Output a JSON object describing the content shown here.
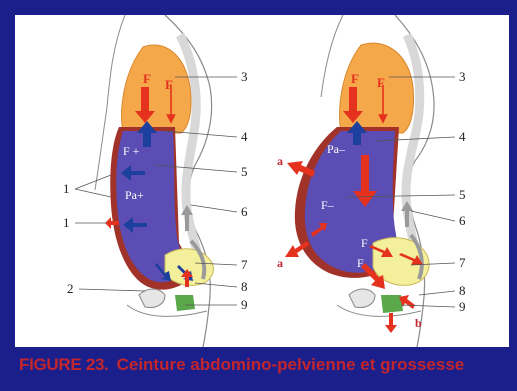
{
  "figure": {
    "number": "FIGURE 23.",
    "title": "Ceinture abdomino-pelvienne et grossesse"
  },
  "left_panel": {
    "callouts": {
      "c3": "3",
      "c4": "4",
      "c5": "5",
      "c6": "6",
      "c7": "7",
      "c8": "8",
      "c9": "9",
      "c1a": "1",
      "c1b": "1",
      "c2": "2"
    },
    "labels": {
      "f_left": "F",
      "f_right": "F",
      "f_plus": "F +",
      "pa_plus": "Pa+"
    }
  },
  "right_panel": {
    "callouts": {
      "c3": "3",
      "c4": "4",
      "c5": "5",
      "c6": "6",
      "c7": "7",
      "c8": "8",
      "c9": "9"
    },
    "labels": {
      "f_left": "F",
      "f_right": "F",
      "pa_minus": "Pa–",
      "f_minus": "F–",
      "f_mid1": "F",
      "f_mid2": "F",
      "a_top": "a",
      "a_bottom": "a",
      "b": "b"
    }
  },
  "colors": {
    "background": "#1b1f8c",
    "panel": "#ffffff",
    "caption": "#c2262c",
    "thorax": "#f5a84a",
    "abdomen": "#5b4db3",
    "wall": "#a0322a",
    "pelvic": "#f4ef9a",
    "perineum": "#5aa84a",
    "arrow_red": "#e5321e",
    "arrow_blue": "#1d3f9e",
    "arrow_gray": "#9a9a9a"
  }
}
